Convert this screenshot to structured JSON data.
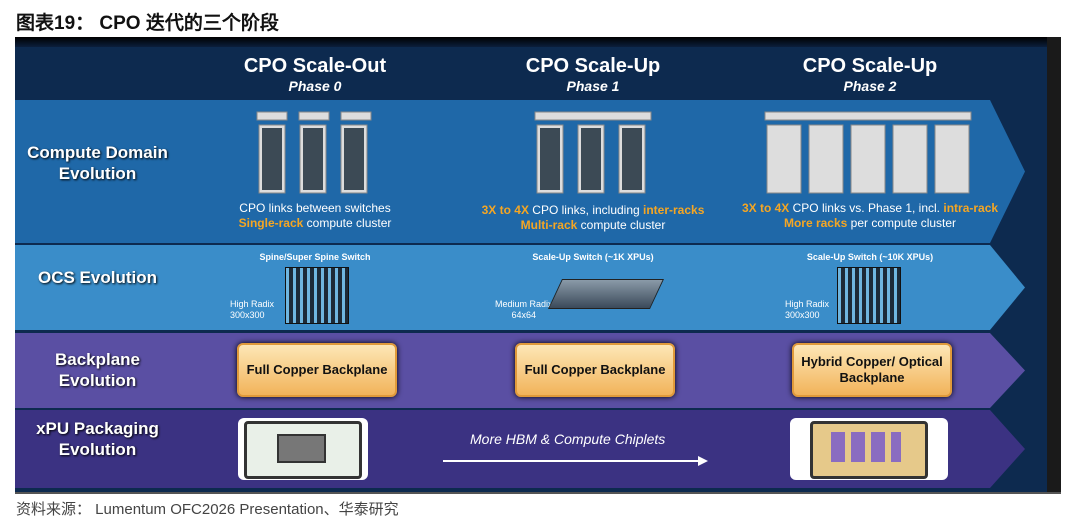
{
  "title": "图表19： CPO 迭代的三个阶段",
  "source": "资料来源： Lumentum OFC2026 Presentation、华泰研究",
  "phases": [
    {
      "name": "CPO Scale-Out",
      "phase": "Phase 0"
    },
    {
      "name": "CPO Scale-Up",
      "phase": "Phase 1"
    },
    {
      "name": "CPO Scale-Up",
      "phase": "Phase 2"
    }
  ],
  "rows": {
    "compute": "Compute Domain Evolution",
    "ocs": "OCS Evolution",
    "backplane": "Backplane Evolution",
    "xpu": "xPU Packaging Evolution"
  },
  "compute": [
    {
      "l1a": "",
      "l1b": "CPO links between switches",
      "l1c": "",
      "l2a": "Single-rack",
      "l2b": " compute cluster"
    },
    {
      "l1a": "3X to 4X",
      "l1b": " CPO links, including ",
      "l1c": "inter-racks",
      "l2a": "Multi-rack",
      "l2b": " compute cluster"
    },
    {
      "l1a": "3X to 4X",
      "l1b": " CPO links vs. Phase 1, incl. ",
      "l1c": "intra-rack",
      "l2a": "More racks",
      "l2b": " per compute cluster"
    }
  ],
  "ocs": [
    {
      "switch": "Spine/Super Spine Switch",
      "radix": "High Radix",
      "size": "300x300"
    },
    {
      "switch": "Scale-Up Switch (~1K XPUs)",
      "radix": "Medium Radix",
      "size": "64x64"
    },
    {
      "switch": "Scale-Up Switch (~10K XPUs)",
      "radix": "High Radix",
      "size": "300x300"
    }
  ],
  "backplane": [
    "Full Copper Backplane",
    "Full Copper Backplane",
    "Hybrid Copper/ Optical Backplane"
  ],
  "xpu_arrow": "More HBM & Compute Chiplets",
  "colors": {
    "header": "#0d2a4f",
    "compute": "#1f68a8",
    "ocs": "#3a8dc9",
    "backplane": "#5a4fa3",
    "xpu": "#3b3282",
    "accent": "#f5a623"
  }
}
